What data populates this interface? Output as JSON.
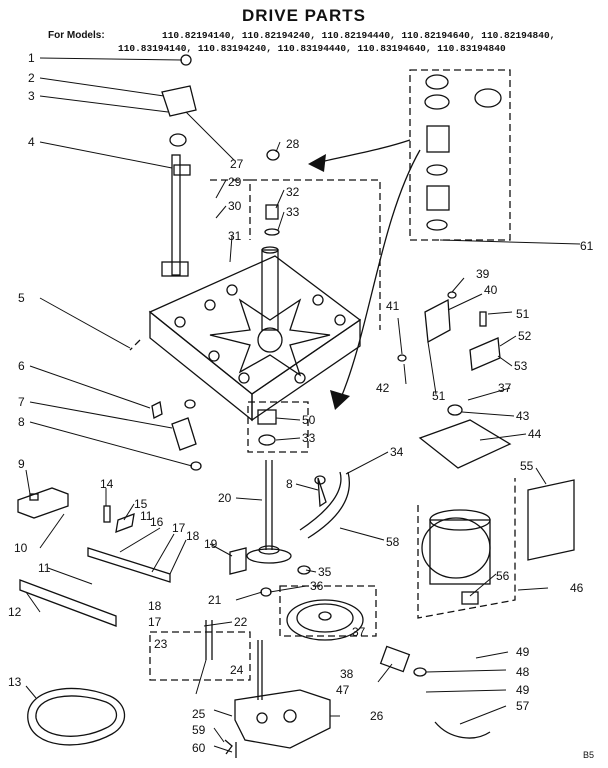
{
  "title": "DRIVE PARTS",
  "models_prefix": "For Models:",
  "models_row1": "110.82194140, 110.82194240, 110.82194440, 110.82194640, 110.82194840,",
  "models_row2": "110.83194140, 110.83194240, 110.83194440, 110.83194640, 110.83194840",
  "corner_code": "B5",
  "callouts": [
    {
      "id": "c1",
      "text": "1"
    },
    {
      "id": "c2",
      "text": "2"
    },
    {
      "id": "c3",
      "text": "3"
    },
    {
      "id": "c4",
      "text": "4"
    },
    {
      "id": "c5",
      "text": "5"
    },
    {
      "id": "c6",
      "text": "6"
    },
    {
      "id": "c7",
      "text": "7"
    },
    {
      "id": "c8a",
      "text": "8"
    },
    {
      "id": "c8b",
      "text": "8"
    },
    {
      "id": "c9",
      "text": "9"
    },
    {
      "id": "c10",
      "text": "10"
    },
    {
      "id": "c11a",
      "text": "11"
    },
    {
      "id": "c11b",
      "text": "11"
    },
    {
      "id": "c12",
      "text": "12"
    },
    {
      "id": "c13",
      "text": "13"
    },
    {
      "id": "c14",
      "text": "14"
    },
    {
      "id": "c15",
      "text": "15"
    },
    {
      "id": "c16",
      "text": "16"
    },
    {
      "id": "c17a",
      "text": "17"
    },
    {
      "id": "c17b",
      "text": "17"
    },
    {
      "id": "c18a",
      "text": "18"
    },
    {
      "id": "c18b",
      "text": "18"
    },
    {
      "id": "c19",
      "text": "19"
    },
    {
      "id": "c20",
      "text": "20"
    },
    {
      "id": "c21",
      "text": "21"
    },
    {
      "id": "c22",
      "text": "22"
    },
    {
      "id": "c23",
      "text": "23"
    },
    {
      "id": "c24",
      "text": "24"
    },
    {
      "id": "c25",
      "text": "25"
    },
    {
      "id": "c26",
      "text": "26"
    },
    {
      "id": "c27",
      "text": "27"
    },
    {
      "id": "c28",
      "text": "28"
    },
    {
      "id": "c29",
      "text": "29"
    },
    {
      "id": "c30",
      "text": "30"
    },
    {
      "id": "c31",
      "text": "31"
    },
    {
      "id": "c32",
      "text": "32"
    },
    {
      "id": "c33a",
      "text": "33"
    },
    {
      "id": "c33b",
      "text": "33"
    },
    {
      "id": "c34",
      "text": "34"
    },
    {
      "id": "c35",
      "text": "35"
    },
    {
      "id": "c36",
      "text": "36"
    },
    {
      "id": "c37a",
      "text": "37"
    },
    {
      "id": "c37b",
      "text": "37"
    },
    {
      "id": "c38",
      "text": "38"
    },
    {
      "id": "c39",
      "text": "39"
    },
    {
      "id": "c40",
      "text": "40"
    },
    {
      "id": "c41",
      "text": "41"
    },
    {
      "id": "c42",
      "text": "42"
    },
    {
      "id": "c43",
      "text": "43"
    },
    {
      "id": "c44",
      "text": "44"
    },
    {
      "id": "c46",
      "text": "46"
    },
    {
      "id": "c47",
      "text": "47"
    },
    {
      "id": "c48",
      "text": "48"
    },
    {
      "id": "c49a",
      "text": "49"
    },
    {
      "id": "c49b",
      "text": "49"
    },
    {
      "id": "c50",
      "text": "50"
    },
    {
      "id": "c51a",
      "text": "51"
    },
    {
      "id": "c51b",
      "text": "51"
    },
    {
      "id": "c52",
      "text": "52"
    },
    {
      "id": "c53",
      "text": "53"
    },
    {
      "id": "c55",
      "text": "55"
    },
    {
      "id": "c56",
      "text": "56"
    },
    {
      "id": "c57",
      "text": "57"
    },
    {
      "id": "c58",
      "text": "58"
    },
    {
      "id": "c59",
      "text": "59"
    },
    {
      "id": "c60",
      "text": "60"
    },
    {
      "id": "c61",
      "text": "61"
    }
  ]
}
